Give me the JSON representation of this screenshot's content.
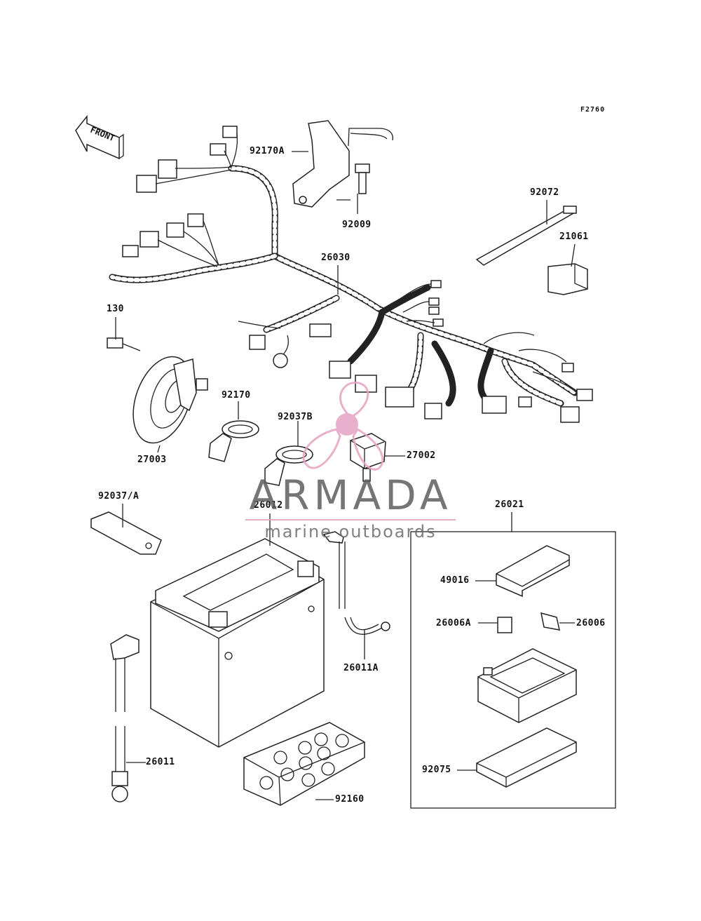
{
  "figure_code": "F2760",
  "front_label": "FRONT",
  "watermark": {
    "brand": "ARMADA",
    "tagline": "marine outboards",
    "color": "#e6a3c2"
  },
  "parts": {
    "p92170A": "92170A",
    "p92009": "92009",
    "p92072": "92072",
    "p21061": "21061",
    "p26030": "26030",
    "p130": "130",
    "p92170": "92170",
    "p92037B": "92037B",
    "p27002": "27002",
    "p27003": "27003",
    "p92037A": "92037/A",
    "p26012": "26012",
    "p26021": "26021",
    "p49016": "49016",
    "p26006A": "26006A",
    "p26006": "26006",
    "p26011A": "26011A",
    "p26011": "26011",
    "p92160": "92160",
    "p92075": "92075"
  }
}
